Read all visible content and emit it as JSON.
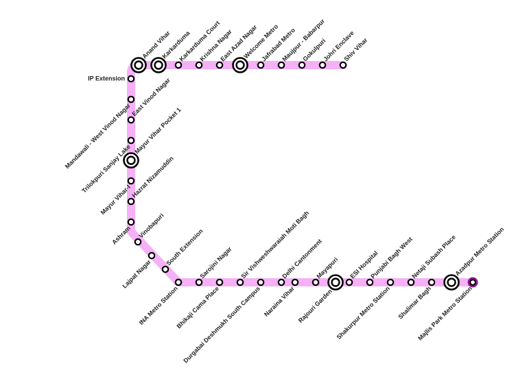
{
  "line_color": "#f6b0f7",
  "terminal_color": "#8b1a8b",
  "stations": [
    {
      "id": "shiv-vihar",
      "name": "Shiv Vihar",
      "type": "stop"
    },
    {
      "id": "johri-enclave",
      "name": "Johri Enclave",
      "type": "stop"
    },
    {
      "id": "gokulpuri",
      "name": "Gokulpuri",
      "type": "stop"
    },
    {
      "id": "maujpur-babarpur",
      "name": "Maujpur - Babarpur",
      "type": "stop"
    },
    {
      "id": "jafrabad-metro",
      "name": "Jafrabad Metro",
      "type": "stop"
    },
    {
      "id": "welcome-metro",
      "name": "Welcome Metro",
      "type": "interchange"
    },
    {
      "id": "east-azad-nagar",
      "name": "East Azad Nagar",
      "type": "stop"
    },
    {
      "id": "krishna-nagar",
      "name": "Krishna Nagar",
      "type": "stop"
    },
    {
      "id": "karkarduma-court",
      "name": "Karkarduma Court",
      "type": "stop"
    },
    {
      "id": "karkarduma",
      "name": "Karkarduma",
      "type": "interchange"
    },
    {
      "id": "anand-vihar",
      "name": "Anand Vihar",
      "type": "interchange"
    },
    {
      "id": "ip-extension",
      "name": "IP Extension",
      "type": "stop"
    },
    {
      "id": "mandawali-west-vinod-nagar",
      "name": "Mandawali - West Vinod Nagar",
      "type": "stop"
    },
    {
      "id": "east-vinod-nagar",
      "name": "East Vinod Nagar",
      "type": "stop"
    },
    {
      "id": "trilokpuri-sanjay-lake",
      "name": "Trilokpuri Sanjay Lake",
      "type": "stop"
    },
    {
      "id": "mayur-vihar-pocket-1",
      "name": "Mayur Vihar Pocket 1",
      "type": "interchange"
    },
    {
      "id": "mayur-vihar-1",
      "name": "Mayur Vihar-I",
      "type": "stop"
    },
    {
      "id": "hazrat-nizamuddin",
      "name": "Hazrat Nizamuddin",
      "type": "stop"
    },
    {
      "id": "ashram",
      "name": "Ashram",
      "type": "stop"
    },
    {
      "id": "vinobapuri",
      "name": "Vinobapuri",
      "type": "stop"
    },
    {
      "id": "lajpat-nagar",
      "name": "Lajpat Nagar",
      "type": "stop"
    },
    {
      "id": "south-extension",
      "name": "South Extension",
      "type": "stop"
    },
    {
      "id": "ina-metro-station",
      "name": "INA Metro Station",
      "type": "stop"
    },
    {
      "id": "sarojini-nagar",
      "name": "Sarojini Nagar",
      "type": "stop"
    },
    {
      "id": "bhikaji-cama-place",
      "name": "Bhikaji Cama Place",
      "type": "stop"
    },
    {
      "id": "sir-vishweshwaraiah-moti-bagh",
      "name": "Sir Vishweshwaraiah Moti Bagh",
      "type": "stop"
    },
    {
      "id": "durgabai-deshmukh-south-campus",
      "name": "Durgabai Deshmukh South Campus",
      "type": "stop"
    },
    {
      "id": "delhi-cantonment",
      "name": "Delhi Cantonment",
      "type": "stop"
    },
    {
      "id": "naraina-vihar",
      "name": "Naraina Vihar",
      "type": "stop"
    },
    {
      "id": "mayapuri",
      "name": "Mayapuri",
      "type": "stop"
    },
    {
      "id": "rajouri-garden",
      "name": "Rajouri Garden",
      "type": "interchange"
    },
    {
      "id": "esi-hospital",
      "name": "ESI Hospital",
      "type": "stop"
    },
    {
      "id": "punjabi-bagh-west",
      "name": "Punjabi Bagh West",
      "type": "stop"
    },
    {
      "id": "shakurpur-metro-station",
      "name": "Shakurpur Metro Station",
      "type": "stop"
    },
    {
      "id": "netaji-subash-place",
      "name": "Netaji Subash Place",
      "type": "stop"
    },
    {
      "id": "shalimar-bagh",
      "name": "Shalimar Bagh",
      "type": "stop"
    },
    {
      "id": "azadpur-metro-station",
      "name": "Azadpur Metro Station",
      "type": "interchange"
    },
    {
      "id": "majlis-park-metro-station",
      "name": "Majlis Park Metro Station",
      "type": "terminal"
    }
  ]
}
